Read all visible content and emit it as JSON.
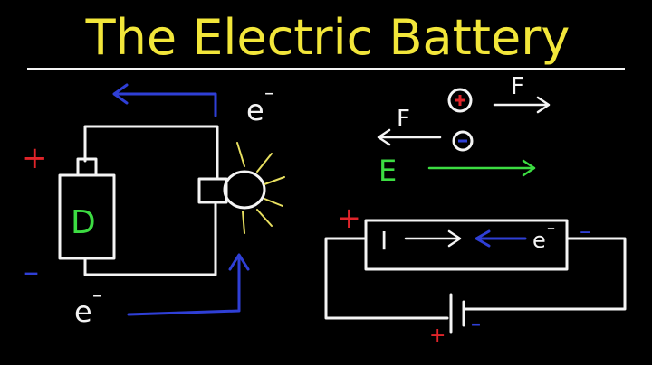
{
  "title": "The Electric Battery",
  "labels": {
    "electron_top": "e",
    "electron_top_sup": "–",
    "electron_bottom": "e",
    "electron_bottom_sup": "–",
    "plus_left": "+",
    "minus_left": "–",
    "battery_letter": "D",
    "force_right": "F",
    "force_left": "F",
    "field": "E",
    "plus_cell": "+",
    "current": "I",
    "electron_cell": "e",
    "electron_cell_sup": "–",
    "minus_cell": "–",
    "plus_small": "+",
    "minus_small": "–"
  },
  "colors": {
    "background": "#000000",
    "title": "#f2e63a",
    "wire": "#f4f4f4",
    "electron_flow": "#2f3fd6",
    "positive": "#e0242a",
    "negative": "#2f3fd6",
    "battery_letter": "#3cdc42",
    "field": "#3cdc42",
    "light_rays": "#e8e060"
  }
}
